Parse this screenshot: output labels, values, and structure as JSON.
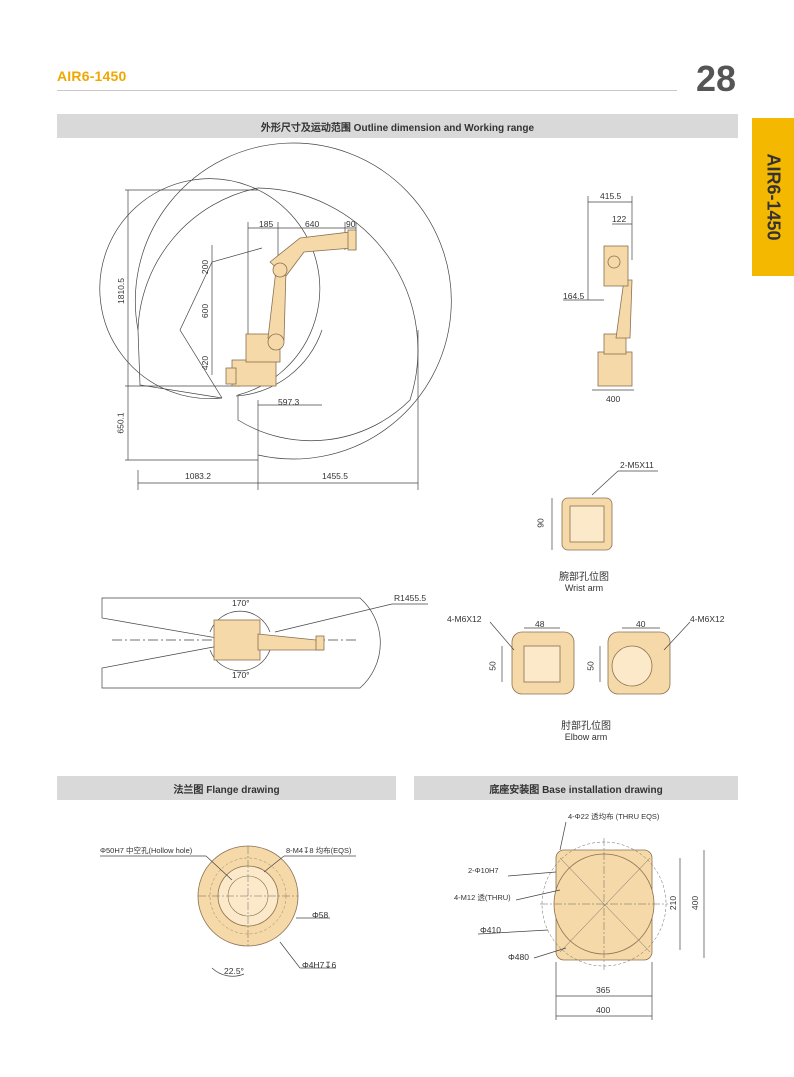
{
  "header": {
    "model": "AIR6-1450",
    "page_number": "28",
    "side_tab": "AIR6-1450"
  },
  "sections": {
    "outline": "外形尺寸及运动范围 Outline dimension and Working range",
    "flange": "法兰图 Flange drawing",
    "base": "底座安装图 Base installation drawing"
  },
  "outline_dims": {
    "d185": "185",
    "d640": "640",
    "d90": "90",
    "d200": "200",
    "d600": "600",
    "d420": "420",
    "d1810": "1810.5",
    "d650": "650.1",
    "d597": "597.3",
    "d1083": "1083.2",
    "d1455": "1455.5"
  },
  "side_dims": {
    "d415": "415.5",
    "d122": "122",
    "d164": "164.5",
    "d400": "400"
  },
  "top_view": {
    "a_top": "170°",
    "a_bottom": "170°",
    "radius": "R1455.5"
  },
  "wrist": {
    "thread": "2-M5X11",
    "d90": "90",
    "caption_cn": "腕部孔位图",
    "caption_en": "Wrist arm"
  },
  "elbow": {
    "left_thread": "4-M6X12",
    "left_w": "48",
    "left_h": "50",
    "right_thread": "4-M6X12",
    "right_w": "40",
    "right_h": "50",
    "caption_cn": "肘部孔位图",
    "caption_en": "Elbow arm"
  },
  "flange": {
    "hollow": "Φ50H7 中空孔(Hollow hole)",
    "bolts": "8-M4↧8 均布(EQS)",
    "d58": "Φ58",
    "pin": "Φ4H7↧6",
    "angle": "22.5°"
  },
  "base": {
    "thru": "4-Φ22 透均布 (THRU EQS)",
    "pin": "2-Φ10H7",
    "m12": "4-M12 透(THRU)",
    "d410": "Φ410",
    "d480": "Φ480",
    "d210": "210",
    "d400v": "400",
    "d365": "365",
    "d400h": "400"
  },
  "colors": {
    "accent": "#f5b800",
    "robot_body": "#f6d9a8",
    "robot_line": "#8a7050",
    "section_bar": "#d9d9d9"
  }
}
